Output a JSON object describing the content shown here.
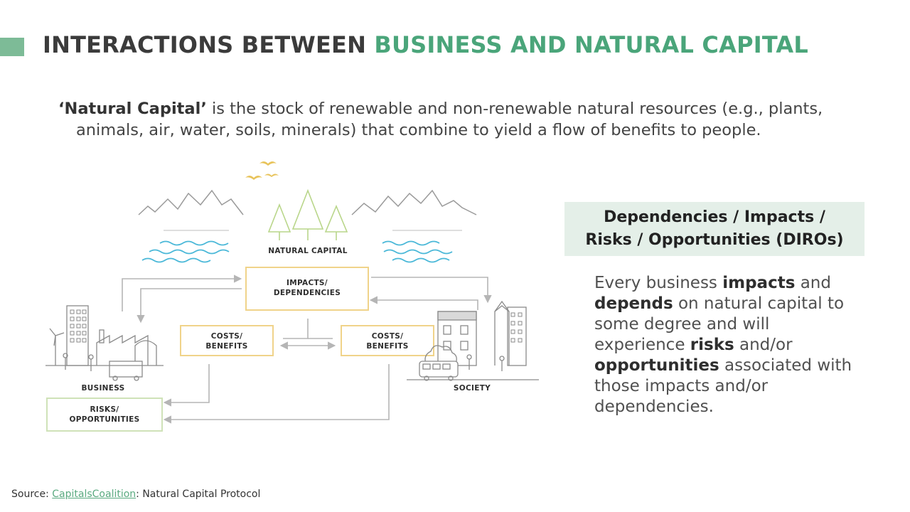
{
  "slide": {
    "title_part1": "INTERACTIONS BETWEEN ",
    "title_part2": "BUSINESS AND NATURAL CAPITAL",
    "intro_bold": "‘Natural Capital’",
    "intro_line1_rest": " is the stock of renewable and non-renewable natural resources (e.g., plants,",
    "intro_line2": "animals, air, water, soils, minerals) that combine to yield a flow of benefits to people."
  },
  "diagram": {
    "natural_capital": "NATURAL CAPITAL",
    "impacts_line1": "IMPACTS/",
    "impacts_line2": "DEPENDENCIES",
    "costs_left_line1": "COSTS/",
    "costs_left_line2": "BENEFITS",
    "costs_right_line1": "COSTS/",
    "costs_right_line2": "BENEFITS",
    "business": "BUSINESS",
    "society": "SOCIETY",
    "risks_line1": "RISKS/",
    "risks_line2": "OPPORTUNITIES"
  },
  "diro": {
    "heading_line1": "Dependencies / Impacts /",
    "heading_line2": "Risks / Opportunities (DIROs)",
    "t1": "Every business ",
    "b1": "impacts",
    "t2": " and ",
    "b2": "depends",
    "t3": " on natural capital to some degree and will experience ",
    "b3": "risks",
    "t4": " and/or ",
    "b4": "opportunities",
    "t5": " associated with those impacts and/or dependencies."
  },
  "source": {
    "prefix": "Source: ",
    "link_text": "CapitalsCoalition",
    "suffix": ": Natural Capital Protocol"
  },
  "colors": {
    "accent": "#7dbb97",
    "title_green": "#4aa57a",
    "box_yellow": "#f0d38a",
    "box_green": "#cfe2b8",
    "water": "#4ab8d8",
    "bird": "#e8c35a",
    "tree": "#b9d68a"
  }
}
